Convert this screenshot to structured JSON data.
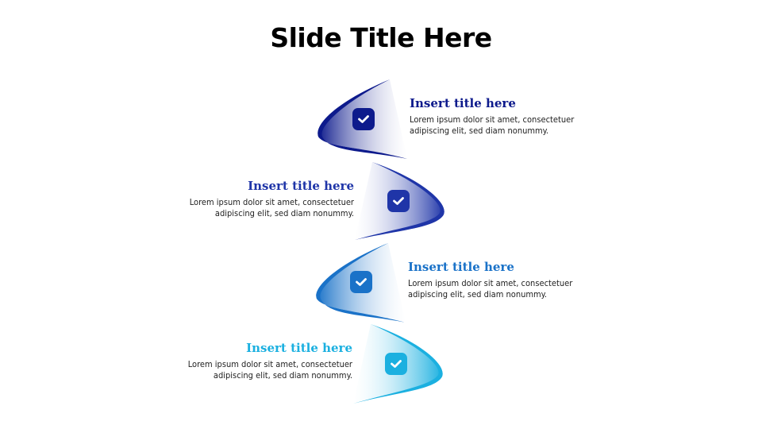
{
  "slide": {
    "title": "Slide Title Here"
  },
  "items": [
    {
      "title": "Insert title here",
      "body_line1": "Lorem ipsum dolor sit amet, consectetuer",
      "body_line2": "adipiscing elit, sed diam nonummy.",
      "color": "#0d1a8c",
      "icon": "check-icon",
      "side": "right"
    },
    {
      "title": "Insert title here",
      "body_line1": "Lorem ipsum dolor sit amet, consectetuer",
      "body_line2": "adipiscing elit, sed diam nonummy.",
      "color": "#1f35a8",
      "icon": "check-icon",
      "side": "left"
    },
    {
      "title": "Insert title here",
      "body_line1": "Lorem ipsum dolor sit amet, consectetuer",
      "body_line2": "adipiscing elit, sed diam nonummy.",
      "color": "#1a72c8",
      "icon": "check-icon",
      "side": "right"
    },
    {
      "title": "Insert title here",
      "body_line1": "Lorem ipsum dolor sit amet, consectetuer",
      "body_line2": "adipiscing elit, sed diam nonummy.",
      "color": "#1bb0e0",
      "icon": "check-icon",
      "side": "left"
    }
  ]
}
